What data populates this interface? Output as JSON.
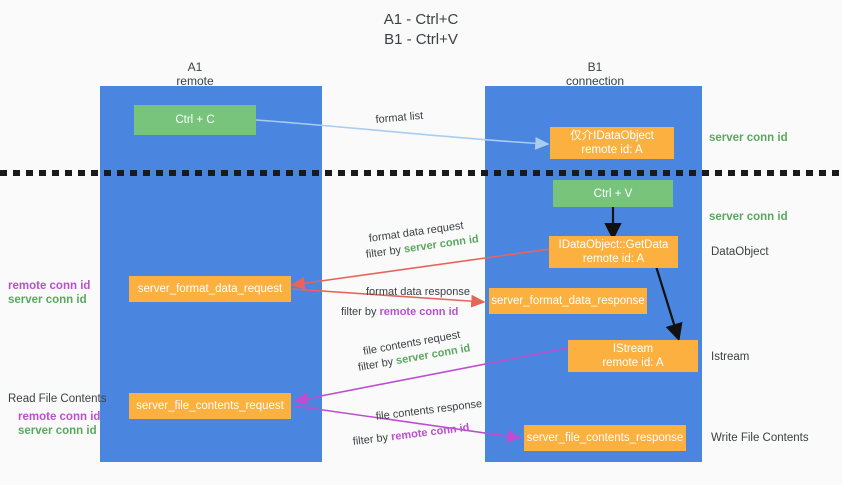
{
  "title": {
    "line1": "A1 - Ctrl+C",
    "line2": "B1 - Ctrl+V"
  },
  "colors": {
    "background": "#fafafa",
    "lane": "#4a86e0",
    "green_box": "#79c47c",
    "orange_box": "#fbb040",
    "green_text": "#5aa85f",
    "purple_text": "#bb4fcf",
    "blue_arrow": "#a8cdf0",
    "red_arrow": "#e8645a",
    "magenta_arrow": "#bb4fcf",
    "black_arrow": "#111111",
    "text": "#3c4043"
  },
  "columns": [
    {
      "name": "A1",
      "sub": "remote"
    },
    {
      "name": "B1",
      "sub": "connection"
    }
  ],
  "boxes": {
    "ctrl_c": {
      "label": "Ctrl + C",
      "kind": "green"
    },
    "ctrl_v": {
      "label": "Ctrl + V",
      "kind": "green"
    },
    "idataobject": {
      "line1": "仅介IDataObject",
      "line2": "remote id: A",
      "kind": "orange"
    },
    "getdata": {
      "line1": "IDataObject::GetData",
      "line2": "remote id: A",
      "kind": "orange"
    },
    "istream": {
      "line1": "IStream",
      "line2": "remote id: A",
      "kind": "orange"
    },
    "server_format_data_request": {
      "label": "server_format_data_request",
      "kind": "orange"
    },
    "server_format_data_response": {
      "label": "server_format_data_response",
      "kind": "orange"
    },
    "server_file_contents_request": {
      "label": "server_file_contents_request",
      "kind": "orange"
    },
    "server_file_contents_response": {
      "label": "server_file_contents_response",
      "kind": "orange"
    }
  },
  "right_labels": [
    {
      "text": "server conn id",
      "style": "green"
    },
    {
      "text": "server conn id",
      "style": "green"
    },
    {
      "text": "DataObject",
      "style": "plain"
    },
    {
      "text": "Istream",
      "style": "plain"
    },
    {
      "text": "Write File Contents",
      "style": "plain"
    }
  ],
  "left_labels": {
    "group1": {
      "remote": "remote conn id",
      "server": "server conn id"
    },
    "group2": {
      "heading": "Read File Contents",
      "remote": "remote conn id",
      "server": "server conn id"
    }
  },
  "arrow_captions": {
    "format_list": "format list",
    "format_data_request": "format data request",
    "format_data_request_filter_prefix": "filter by ",
    "format_data_request_filter_key": "server conn id",
    "format_data_response": "format data response",
    "format_data_response_filter_prefix": "filter by ",
    "format_data_response_filter_key": "remote conn id",
    "file_contents_request": "file contents request",
    "file_contents_request_filter_prefix": "filter by ",
    "file_contents_request_filter_key": "server conn id",
    "file_contents_response": "file contents response",
    "file_contents_response_filter_prefix": "filter by ",
    "file_contents_response_filter_key": "remote conn id"
  }
}
